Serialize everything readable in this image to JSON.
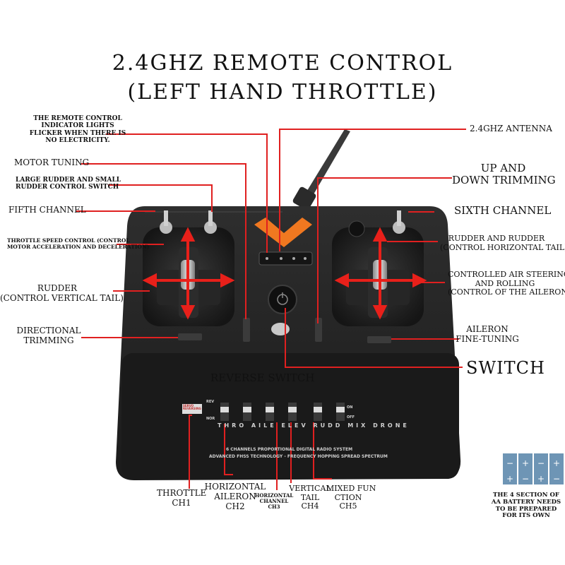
{
  "title": {
    "line1": "2.4GHZ REMOTE CONTROL",
    "line2": "(LEFT HAND THROTTLE)"
  },
  "labels": {
    "indicator": [
      "THE REMOTE CONTROL",
      "INDICATOR LIGHTS",
      "FLICKER WHEN THERE IS",
      "NO ELECTRICITY."
    ],
    "motor_tuning": "MOTOR TUNING",
    "rudder_switch": [
      "LARGE RUDDER AND SMALL",
      "RUDDER CONTROL SWITCH"
    ],
    "fifth_channel": "FIFTH CHANNEL",
    "throttle_speed": [
      "THROTTLE SPEED CONTROL (CONTROL",
      "MOTOR ACCELERATION AND DECELERATION)"
    ],
    "rudder_left": [
      "RUDDER",
      "(CONTROL VERTICAL TAIL)"
    ],
    "directional": [
      "DIRECTIONAL",
      "TRIMMING"
    ],
    "antenna": "2.4GHZ ANTENNA",
    "up_down": [
      "UP AND",
      "DOWN TRIMMING"
    ],
    "sixth_channel": "SIXTH CHANNEL",
    "rudder_right": [
      "RUDDER AND RUDDER",
      "(CONTROL HORIZONTAL TAIL)"
    ],
    "air_steering": [
      "CONTROLLED AIR STEERING",
      "AND ROLLING",
      "(CONTROL OF THE AILERON)"
    ],
    "aileron_fine": [
      "AILERON",
      "FINE-TUNING"
    ],
    "switch": "SWITCH",
    "reverse_switch": "REVERSE SWITCH",
    "throttle_ch1": [
      "THROTTLE",
      "CH1"
    ],
    "aileron_ch2": [
      "HORIZONTAL",
      "AILERON",
      "CH2"
    ],
    "channel_ch3": [
      "HORIZONTAL",
      "CHANNEL",
      "CH3"
    ],
    "vertical_ch4": [
      "VERTICAL",
      "TAIL",
      "CH4"
    ],
    "mixed_ch5": [
      "MIXED FUN",
      "CTION",
      "CH5"
    ],
    "battery": [
      "THE 4 SECTION OF",
      "AA BATTERY NEEDS",
      "TO BE PREPARED",
      "FOR ITS OWN"
    ]
  },
  "panel": {
    "switch_names": [
      "THRO",
      "AILE",
      "ELEV",
      "RUDD",
      "MIX",
      "DRONE"
    ],
    "rev": "REV",
    "nor": "NOR",
    "on": "ON",
    "off": "OFF",
    "servo_reversing": [
      "SERVO",
      "REVERSING"
    ],
    "system_line1": "6 CHANNELS PROPORTIONAL DIGITAL RADIO SYSTEM",
    "system_line2": "ADVANCED FHSS TECHNOLOGY - FREQUENCY HOPPING SPREAD SPECTRUM"
  },
  "colors": {
    "callout": "#e02020",
    "arrow": "#e8201a",
    "body": "#232323",
    "logo": "#f07820",
    "battery": "#6e95b5"
  }
}
